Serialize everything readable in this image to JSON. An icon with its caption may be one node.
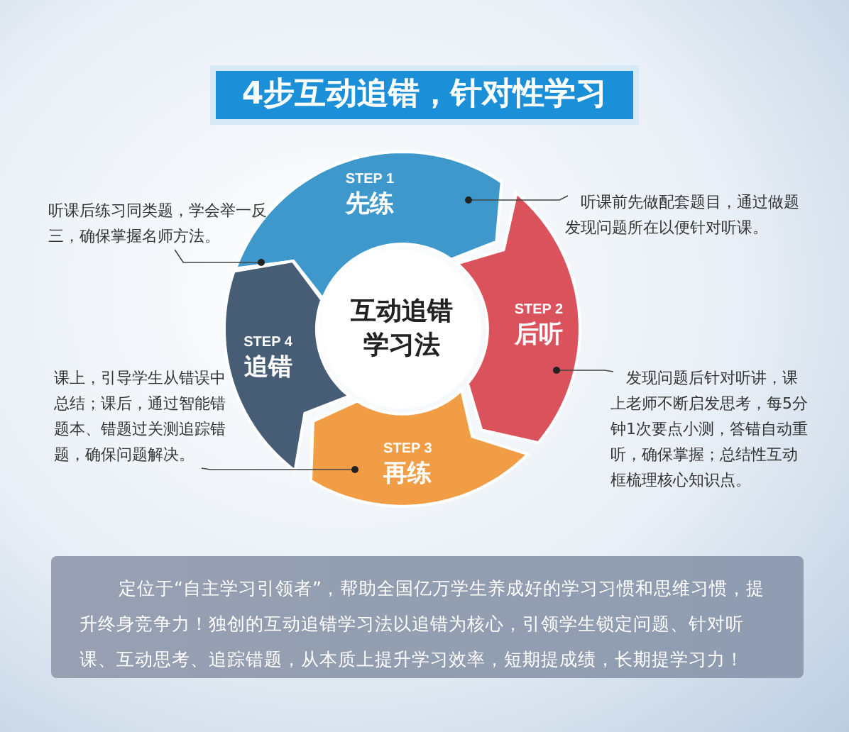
{
  "diagram": {
    "title": "4步互动追错，针对性学习",
    "nodes": [
      {
        "text": [
          "STEP 1",
          "先练"
        ]
      },
      {
        "text": [
          "STEP 2",
          "后听"
        ]
      },
      {
        "text": [
          "STEP 3",
          "再练"
        ]
      },
      {
        "text": [
          "STEP 4",
          "追错"
        ]
      },
      {
        "text": [
          "互动追错学习法"
        ]
      },
      {
        "text": [
          "听课前先做配套题目，通过做题发现问题所在以便针对听课。"
        ]
      },
      {
        "text": [
          "听课后练习同类题，学会举一反三，确保掌握名师方法。"
        ]
      },
      {
        "text": [
          "发现问题后针对听讲，课上老师不断启发思考，每5分钟1次要点小测，答错自动重听，确保掌握；总结性互动框梳理核心知识点。"
        ]
      },
      {
        "text": [
          "课上，引导学生从错误中总结；课后，通过智能错题本、错题过关测追踪错题，确保问题解决。"
        ]
      },
      {
        "text": [
          "定位于“自主学习引领者”，帮助全国亿万学生养成好的学习习惯和思维习惯，提升终身竞争力！独创的互动追错学习法以追错为核心，引领学生锁定问题、针对听课、互动思考、追踪错题，从本质上提升学习效率，短期提成绩，长期提学习力！"
        ]
      }
    ],
    "edges": [
      {
        "from": 5,
        "to": 0,
        "arrow": "other"
      },
      {
        "from": 6,
        "to": 3,
        "arrow": "other"
      },
      {
        "from": 7,
        "to": 1,
        "arrow": "other"
      },
      {
        "from": 8,
        "to": 2,
        "arrow": "other"
      }
    ]
  }
}
